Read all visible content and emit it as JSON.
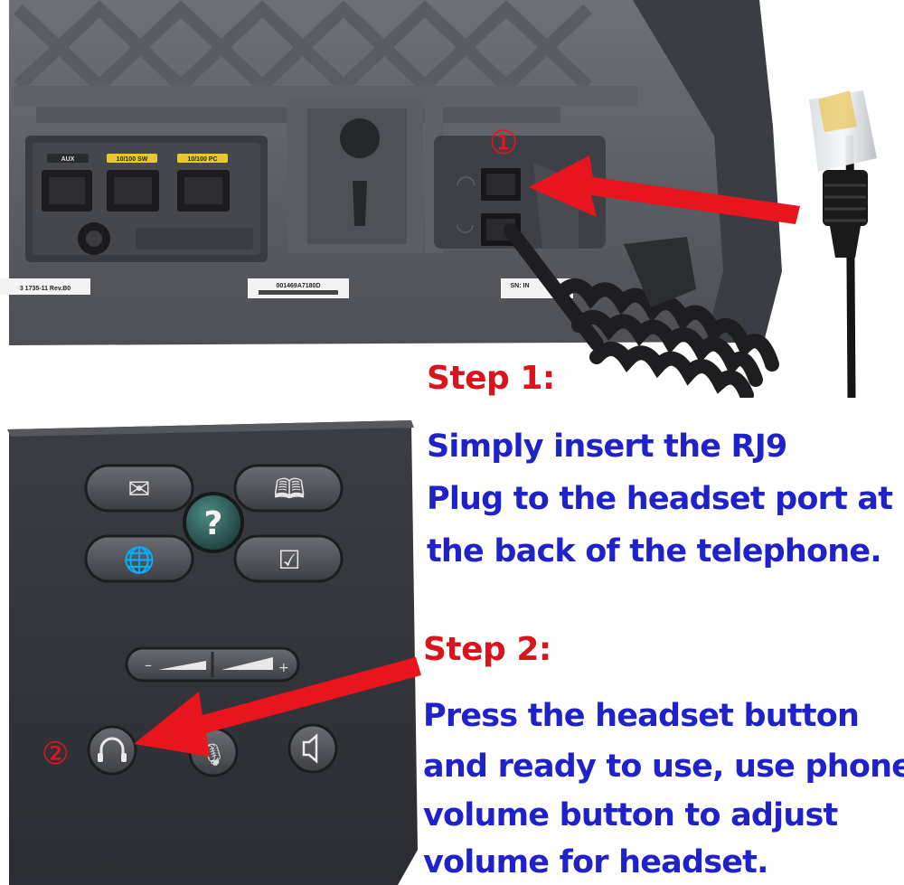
{
  "step1": {
    "title": "Step 1:",
    "lines": [
      "Simply insert the RJ9",
      "Plug to the headset port at",
      "the back of the telephone."
    ]
  },
  "step2": {
    "title": "Step 2:",
    "lines": [
      "Press the headset button",
      "and ready to use, use phone",
      "volume button to adjust",
      "volume for headset."
    ]
  },
  "markers": {
    "one": "①",
    "two": "②"
  },
  "phone_labels": {
    "aux": "AUX",
    "sw": "10/100 SW",
    "pc": "10/100 PC",
    "rev": "3 1735-11 Rev.B0",
    "mac": "001469A7180D",
    "sn": "SN: IN"
  },
  "colors": {
    "step_title": "#d8141c",
    "step_text": "#1f22c9",
    "arrow": "#e8141e"
  }
}
